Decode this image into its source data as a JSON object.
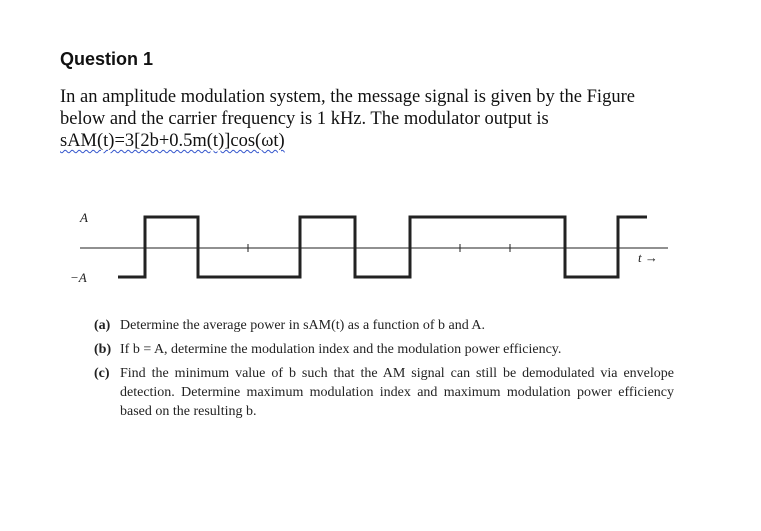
{
  "question": {
    "title": "Question 1",
    "intro_line1": "In an amplitude modulation system, the message signal is given by the Figure below and the carrier frequency is 1 kHz. The modulator output is",
    "formula": "sAM(t)=3[2b+0.5m(t)]cos(ωt)"
  },
  "figure": {
    "label_top": "A",
    "label_bottom": "−A",
    "axis_label": "t →",
    "levels": [
      "-A",
      "A",
      "-A",
      "A",
      "-A",
      "A",
      "-A",
      "A"
    ]
  },
  "parts": [
    {
      "label": "(a)",
      "text": "Determine the average power in sAM(t) as a function of b and A."
    },
    {
      "label": "(b)",
      "text": "If b = A, determine the modulation index and the modulation power efficiency."
    },
    {
      "label": "(c)",
      "text": "Find the minimum value of b such that the AM signal can still be demodulated via envelope detection. Determine maximum modulation index and maximum modulation power efficiency based on the resulting b."
    }
  ]
}
